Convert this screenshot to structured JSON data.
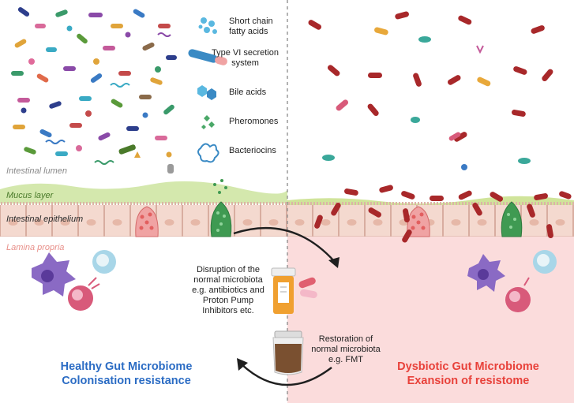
{
  "legend": {
    "scfa": "Short chain\nfatty acids",
    "t6ss": "Type VI secretion\nsystem",
    "bile": "Bile acids",
    "pheromones": "Pheromones",
    "bacteriocins": "Bacteriocins"
  },
  "zones": {
    "lumen": "Intestinal lumen",
    "mucus": "Mucus layer",
    "epithelium": "Intestinal epithelium",
    "lamina": "Lamina propria"
  },
  "disruption": "Disruption of the\nnormal microbiota\ne.g. antibiotics and\nProton Pump\nInhibitors etc.",
  "restoration": "Restoration of\nnormal microbiota\ne.g. FMT",
  "healthy": {
    "line1": "Healthy Gut Microbiome",
    "line2": "Colonisation resistance"
  },
  "dysbiotic": {
    "line1": "Dysbiotic Gut Microbiome",
    "line2": "Exansion of resistome"
  },
  "colors": {
    "healthy_title": "#2b6cc4",
    "dysbiotic_title": "#e8413a",
    "mucus": "#cfe4a4",
    "epithelium": "#f3d6cc",
    "lamina_dysbiotic": "#fbdcdc",
    "pathogen": "#a8282a"
  }
}
